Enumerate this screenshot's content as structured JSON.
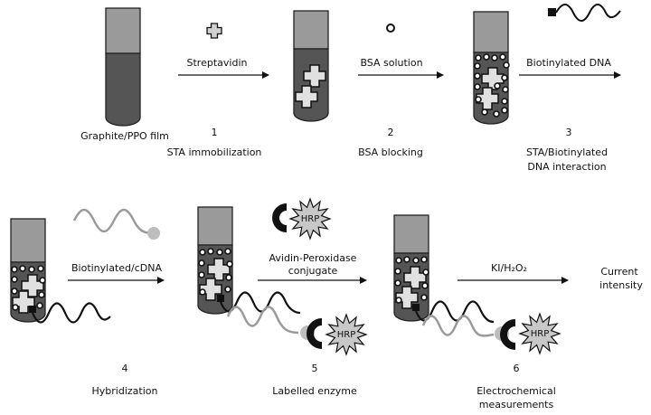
{
  "arrows": {
    "streptavidin": "Streptavidin",
    "bsa_solution": "BSA solution",
    "biotinylated_dna": "Biotinylated DNA",
    "biotinylated_cdna": "Biotinylated/cDNA",
    "avidin_line1": "Avidin-Peroxidase",
    "avidin_line2": "conjugate",
    "ki_h2o2": "KI/H₂O₂"
  },
  "electrode_label": "Graphite/PPO film",
  "result": {
    "line1": "Current",
    "line2": "intensity"
  },
  "enzyme_label": "HRP",
  "steps": [
    {
      "number": "1",
      "line1": "STA immobilization",
      "line2": ""
    },
    {
      "number": "2",
      "line1": "BSA blocking",
      "line2": ""
    },
    {
      "number": "3",
      "line1": "STA/Biotinylated",
      "line2": "DNA interaction"
    },
    {
      "number": "4",
      "line1": "Hybridization",
      "line2": ""
    },
    {
      "number": "5",
      "line1": "Labelled enzyme",
      "line2": ""
    },
    {
      "number": "6",
      "line1": "Electrochemical",
      "line2": "measurements"
    }
  ]
}
